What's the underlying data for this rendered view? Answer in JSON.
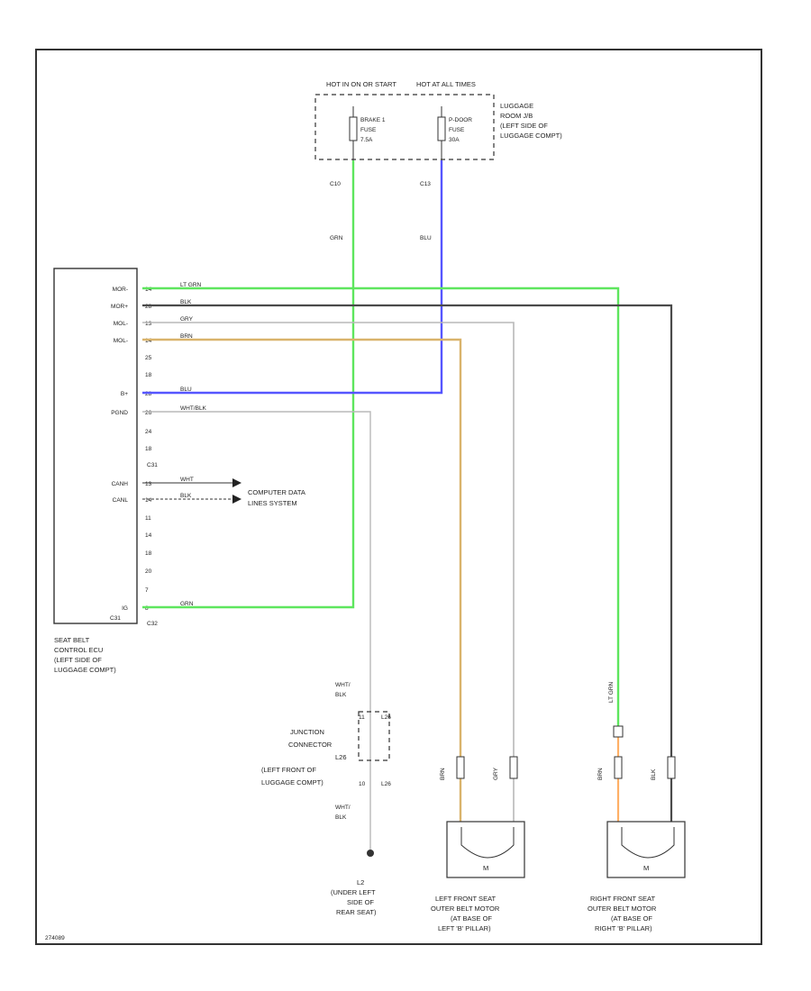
{
  "fuse_box": {
    "hot_on": "HOT IN ON OR START",
    "hot_all": "HOT AT ALL TIMES",
    "fuse1_name": "BRAKE 1",
    "fuse1_word": "FUSE",
    "fuse1_amp": "7.5A",
    "fuse2_name": "P-DOOR",
    "fuse2_word": "FUSE",
    "fuse2_amp": "30A",
    "location": [
      "LUGGAGE",
      "ROOM J/B",
      "(LEFT SIDE OF",
      "LUGGAGE COMPT)"
    ],
    "conn_left": "C10",
    "conn_right": "C13"
  },
  "feed_wires": {
    "left_color": "GRN",
    "right_color": "BLU"
  },
  "ecu": {
    "name": [
      "SEAT BELT",
      "CONTROL ECU",
      "(LEFT SIDE OF",
      "LUGGAGE COMPT)"
    ],
    "conn_top": "C31",
    "conn_bottom": "C32",
    "pins": [
      {
        "label": "MOR-",
        "num": "14",
        "wire": "LT GRN"
      },
      {
        "label": "MOR+",
        "num": "28",
        "wire": "BLK"
      },
      {
        "label": "MOL-",
        "num": "13",
        "wire": "GRY"
      },
      {
        "label": "MOL-",
        "num": "14",
        "wire": "BRN"
      },
      {
        "label": "",
        "num": "25",
        "wire": ""
      },
      {
        "label": "",
        "num": "18",
        "wire": ""
      },
      {
        "label": "B+",
        "num": "28",
        "wire": "BLU"
      },
      {
        "label": "PGND",
        "num": "26",
        "wire": "WHT/BLK"
      },
      {
        "label": "",
        "num": "24",
        "wire": ""
      },
      {
        "label": "",
        "num": "18",
        "wire": ""
      },
      {
        "label": "CANH",
        "num": "13",
        "wire": "WHT"
      },
      {
        "label": "CANL",
        "num": "14",
        "wire": "BLK"
      },
      {
        "label": "",
        "num": "11",
        "wire": ""
      },
      {
        "label": "",
        "num": "14",
        "wire": ""
      },
      {
        "label": "",
        "num": "18",
        "wire": ""
      },
      {
        "label": "",
        "num": "20",
        "wire": ""
      },
      {
        "label": "",
        "num": "7",
        "wire": ""
      },
      {
        "label": "IG",
        "num": "8",
        "wire": "GRN"
      }
    ]
  },
  "can": {
    "label": [
      "COMPUTER DATA",
      "LINES SYSTEM"
    ]
  },
  "junction": {
    "name": [
      "JUNCTION",
      "CONNECTOR",
      "L26",
      "(LEFT FRONT OF",
      "LUGGAGE COMPT)"
    ],
    "top_wire": [
      "WHT/",
      "BLK"
    ],
    "bottom_wire": [
      "WHT/",
      "BLK"
    ],
    "pin_top": "L26",
    "pin_bottom": "L26",
    "pin_top_num": "11",
    "pin_bottom_num": "10"
  },
  "ground": {
    "name": [
      "L2",
      "(UNDER LEFT",
      "SIDE OF",
      "REAR SEAT)"
    ]
  },
  "motor_left": {
    "name": [
      "LEFT FRONT SEAT",
      "OUTER BELT MOTOR",
      "(AT BASE OF",
      "LEFT 'B' PILLAR)"
    ],
    "wire1": "BRN",
    "wire2": "GRY",
    "symbol": "M"
  },
  "motor_right": {
    "name": [
      "RIGHT FRONT SEAT",
      "OUTER BELT MOTOR",
      "(AT BASE OF",
      "RIGHT 'B' PILLAR)"
    ],
    "wire1": "BRN",
    "wire2": "BLK",
    "wire_top": "LT GRN",
    "symbol": "M"
  },
  "footer": {
    "code": "274089"
  },
  "colors": {
    "green": "#5ee65e",
    "blue": "#5555ff",
    "brown": "#d9b36b",
    "orange": "#ffb066",
    "gray": "#b8b8b8",
    "black": "#4a4a4a"
  }
}
